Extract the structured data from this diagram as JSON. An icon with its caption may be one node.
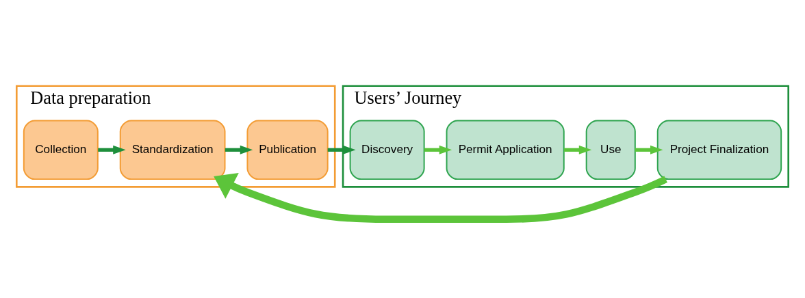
{
  "diagram": {
    "nodes": [
      {
        "text": [
          "Data preparation"
        ]
      },
      {
        "text": [
          "Collection"
        ],
        "in": 0
      },
      {
        "text": [
          "Standardization"
        ],
        "in": 0
      },
      {
        "text": [
          "Publication"
        ],
        "in": 0
      },
      {
        "text": [
          "Users’ Journey"
        ]
      },
      {
        "text": [
          "Discovery"
        ],
        "in": 4
      },
      {
        "text": [
          "Permit Application"
        ],
        "in": 4
      },
      {
        "text": [
          "Use"
        ],
        "in": 4
      },
      {
        "text": [
          "Project Finalization"
        ],
        "in": 4
      }
    ],
    "edges": [
      {
        "from": 1,
        "to": 2,
        "arrow": "to",
        "color": "#1e8f3c"
      },
      {
        "from": 2,
        "to": 3,
        "arrow": "to",
        "color": "#1e8f3c"
      },
      {
        "from": 3,
        "to": 5,
        "arrow": "to",
        "color": "#1e8f3c"
      },
      {
        "from": 5,
        "to": 6,
        "arrow": "to"
      },
      {
        "from": 6,
        "to": 7,
        "arrow": "to"
      },
      {
        "from": 7,
        "to": 8,
        "arrow": "to"
      },
      {
        "from": 8,
        "to": 2,
        "arrow": "to",
        "style": "thick"
      }
    ]
  }
}
